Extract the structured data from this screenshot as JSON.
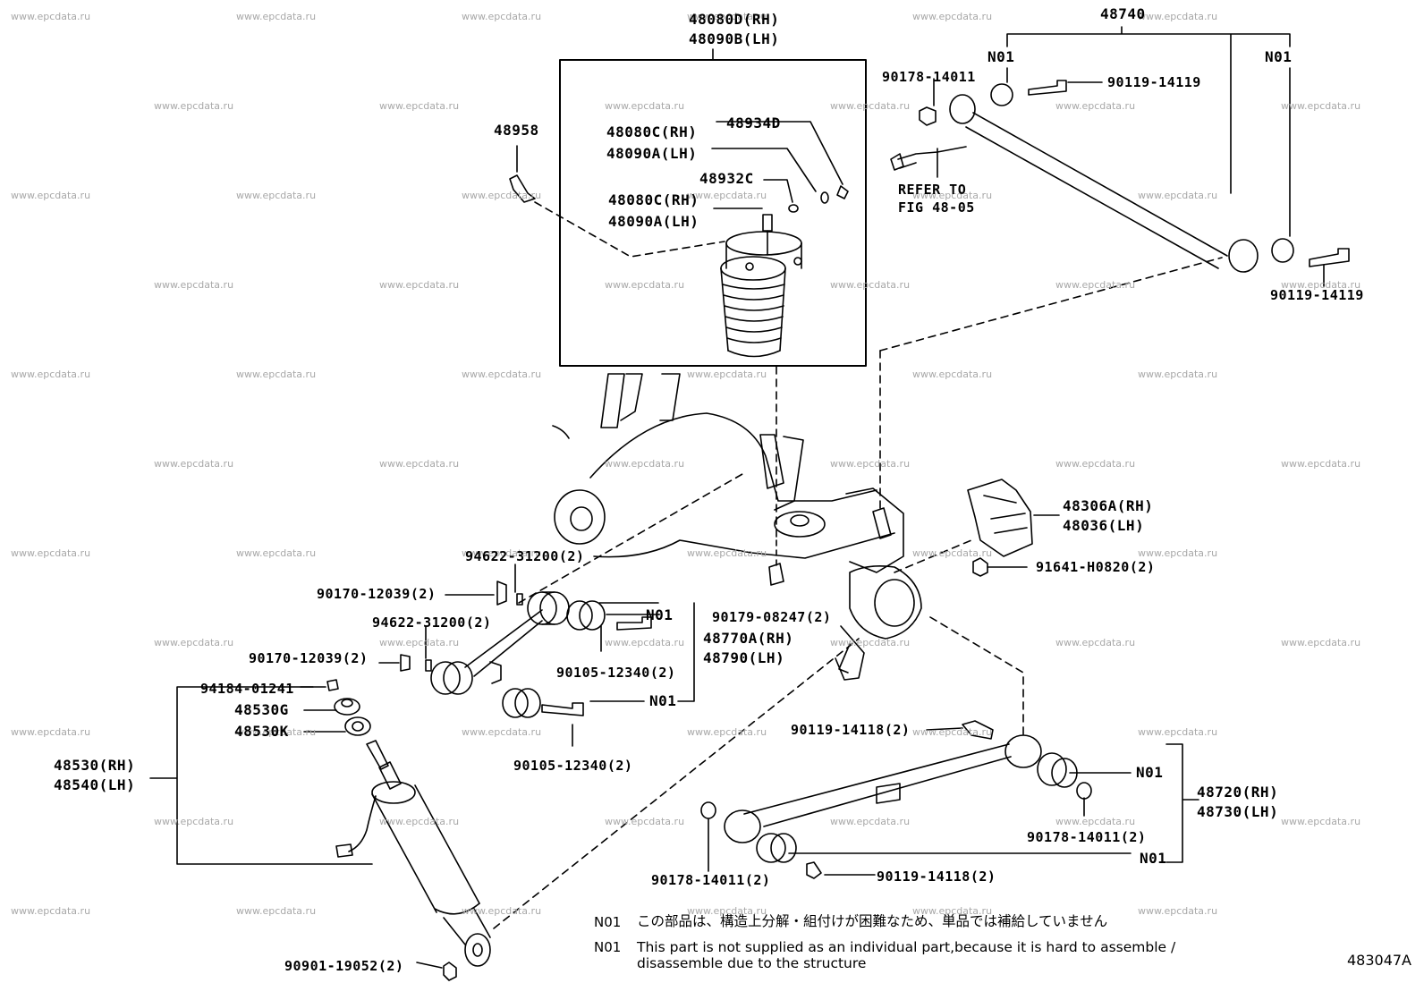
{
  "watermark": "www.epcdata.ru",
  "figure_code": "483047A",
  "labels": {
    "l48080d": "48080D(RH)",
    "l48090b": "48090B(LH)",
    "l48740": "48740",
    "n01_tl": "N01",
    "n01_tr": "N01",
    "l90178a": "90178-14011",
    "l90119a": "90119-14119",
    "l90119b": "90119-14119",
    "refer1": "REFER TO",
    "refer2": "FIG 48-05",
    "l48958": "48958",
    "l48080c1": "48080C(RH)",
    "l48090a1": "48090A(LH)",
    "l48934d": "48934D",
    "l48932c": "48932C",
    "l48080c2": "48080C(RH)",
    "l48090a2": "48090A(LH)",
    "l48306a": "48306A(RH)",
    "l48036": "48036(LH)",
    "l91641": "91641-H0820(2)",
    "l94622a": "94622-31200(2)",
    "l90170a": "90170-12039(2)",
    "l94622b": "94622-31200(2)",
    "l90170b": "90170-12039(2)",
    "n01_m1": "N01",
    "l90179": "90179-08247(2)",
    "l48770a": "48770A(RH)",
    "l48790": "48790(LH)",
    "l90105a": "90105-12340(2)",
    "n01_m2": "N01",
    "l94184": "94184-01241",
    "l48530g": "48530G",
    "l48530k": "48530K",
    "l48530": "48530(RH)",
    "l48540": "48540(LH)",
    "l90105b": "90105-12340(2)",
    "l90119c": "90119-14118(2)",
    "n01_r1": "N01",
    "l48720": "48720(RH)",
    "l48730": "48730(LH)",
    "l90178b": "90178-14011(2)",
    "n01_r2": "N01",
    "l90178c": "90178-14011(2)",
    "l90119d": "90119-14118(2)",
    "l90901": "90901-19052(2)"
  },
  "notes": {
    "code1": "N01",
    "jp": "この部品は、構造上分解・組付けが困難なため、単品では補給していません",
    "code2": "N01",
    "en1": "This part is not supplied as an individual part,because it is hard to assemble /",
    "en2": "disassemble due to the structure"
  }
}
